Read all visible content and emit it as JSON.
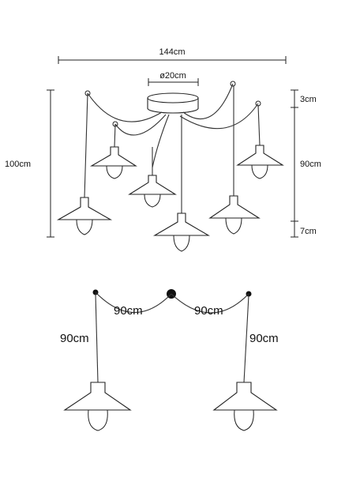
{
  "diagram": {
    "top_view": {
      "total_width_label": "144cm",
      "canopy_diameter_label": "ø20cm",
      "total_height_label": "100cm",
      "canopy_height_label": "3cm",
      "cable_length_label": "90cm",
      "shade_height_label": "7cm"
    },
    "detail_view": {
      "left_span_label": "90cm",
      "right_span_label": "90cm",
      "left_drop_label": "90cm",
      "right_drop_label": "90cm"
    }
  }
}
